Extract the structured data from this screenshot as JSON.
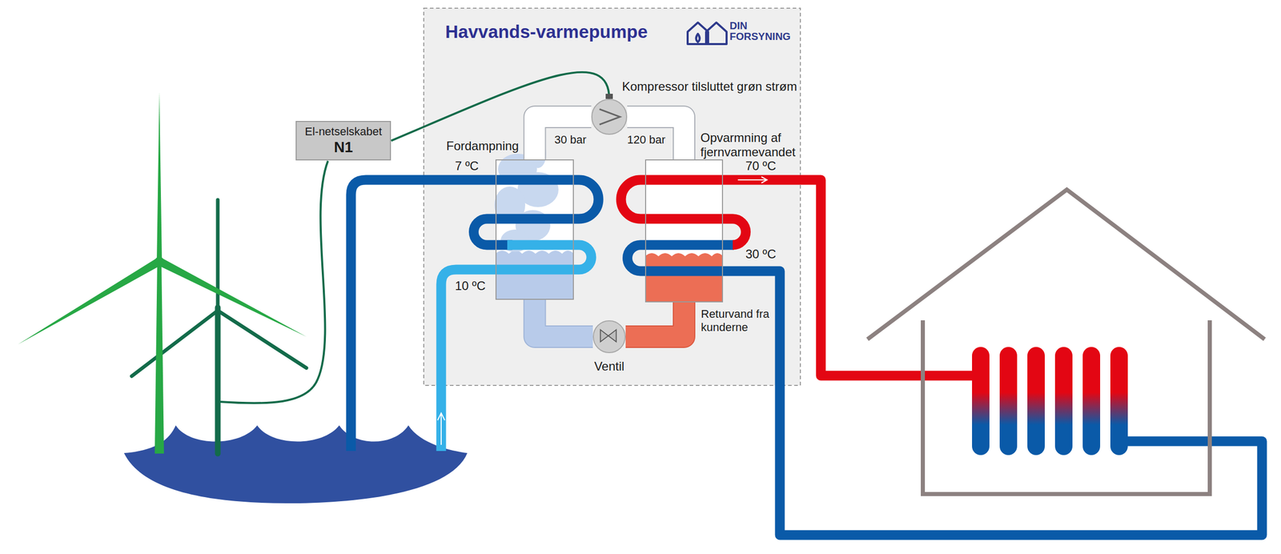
{
  "diagram": {
    "title": "Havvands-varmepumpe",
    "nodes": [
      {
        "text": [
          "El-netselskabet",
          "N1"
        ]
      },
      {
        "text": [
          "Kompressor tilsluttet grøn strøm"
        ]
      },
      {
        "text": [
          "Fordampning"
        ]
      },
      {
        "text": [
          "Opvarmning af fjernvarmevandet"
        ]
      },
      {
        "text": [
          "Ventil"
        ]
      }
    ],
    "edges": [
      {
        "from": 0,
        "to": 1,
        "arrow": "none"
      },
      {
        "from": 2,
        "to": 1,
        "label": "30 bar",
        "arrow": "none"
      },
      {
        "from": 1,
        "to": 3,
        "label": "120 bar",
        "arrow": "none"
      },
      {
        "from": 3,
        "to": 4,
        "arrow": "none"
      },
      {
        "from": 4,
        "to": 2,
        "arrow": "none"
      }
    ],
    "labels": [
      "DIN FORSYNING",
      "7 ºC",
      "10 ºC",
      "70 ºC",
      "30 ºC",
      "Returvand fra kunderne"
    ]
  }
}
